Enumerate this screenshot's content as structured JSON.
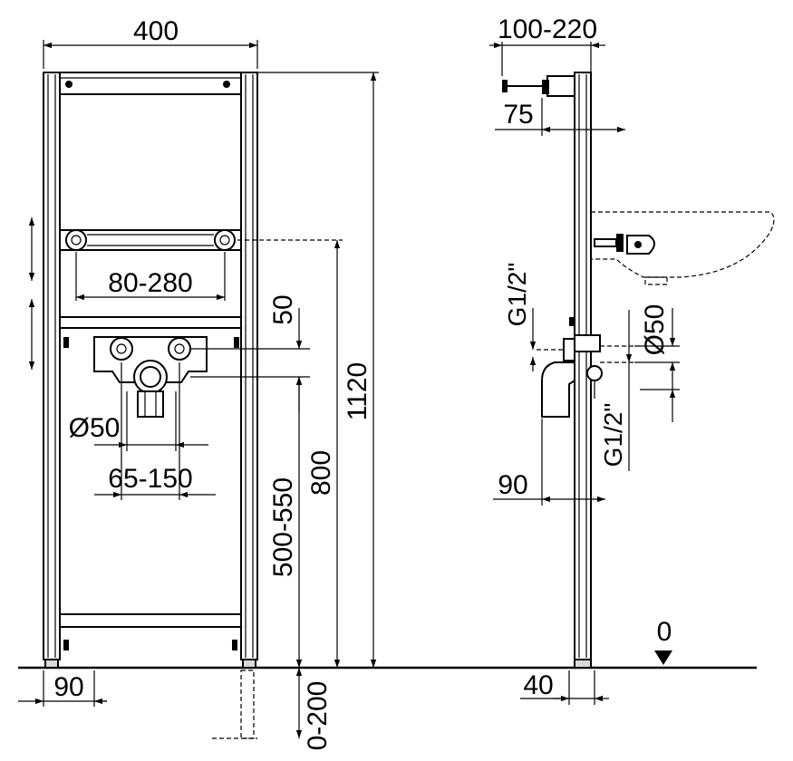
{
  "front_view": {
    "width_label": "400",
    "valve_spacing_label": "80-280",
    "waste_diameter_label": "Ø50",
    "waste_spacing_label": "65-150",
    "connection_offset_label": "50",
    "waste_height_label": "500-550",
    "valve_height_label": "800",
    "frame_height_label": "1120",
    "foot_width_label": "90",
    "foot_adjust_label": "0-200"
  },
  "side_view": {
    "bracket_depth_label": "100-220",
    "bracket_offset_label": "75",
    "thread_label_1": "G1/2\"",
    "thread_label_2": "G1/2\"",
    "pipe_diameter_label": "Ø50",
    "waste_depth_label": "90",
    "foot_label": "40",
    "floor_level_label": "0"
  }
}
